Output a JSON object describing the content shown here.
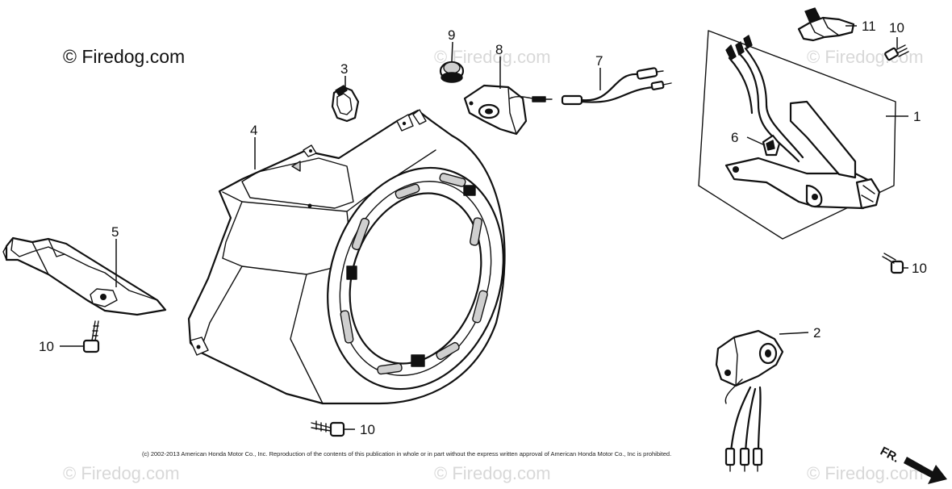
{
  "watermark": {
    "main": "© Firedog.com",
    "faint": "© Firedog.com"
  },
  "copyright_notice": "(c) 2002-2013 American Honda Motor Co., Inc. Reproduction of the contents of this publication in whole or in part without the express written approval of American Honda Motor Co., Inc is prohibited.",
  "direction_marker": "FR.",
  "callouts": {
    "c1": "1",
    "c2": "2",
    "c3": "3",
    "c4": "4",
    "c5": "5",
    "c6": "6",
    "c7": "7",
    "c8": "8",
    "c9": "9",
    "c10_top": "10",
    "c10_right": "10",
    "c10_left": "10",
    "c10_bottom": "10",
    "c11": "11"
  }
}
